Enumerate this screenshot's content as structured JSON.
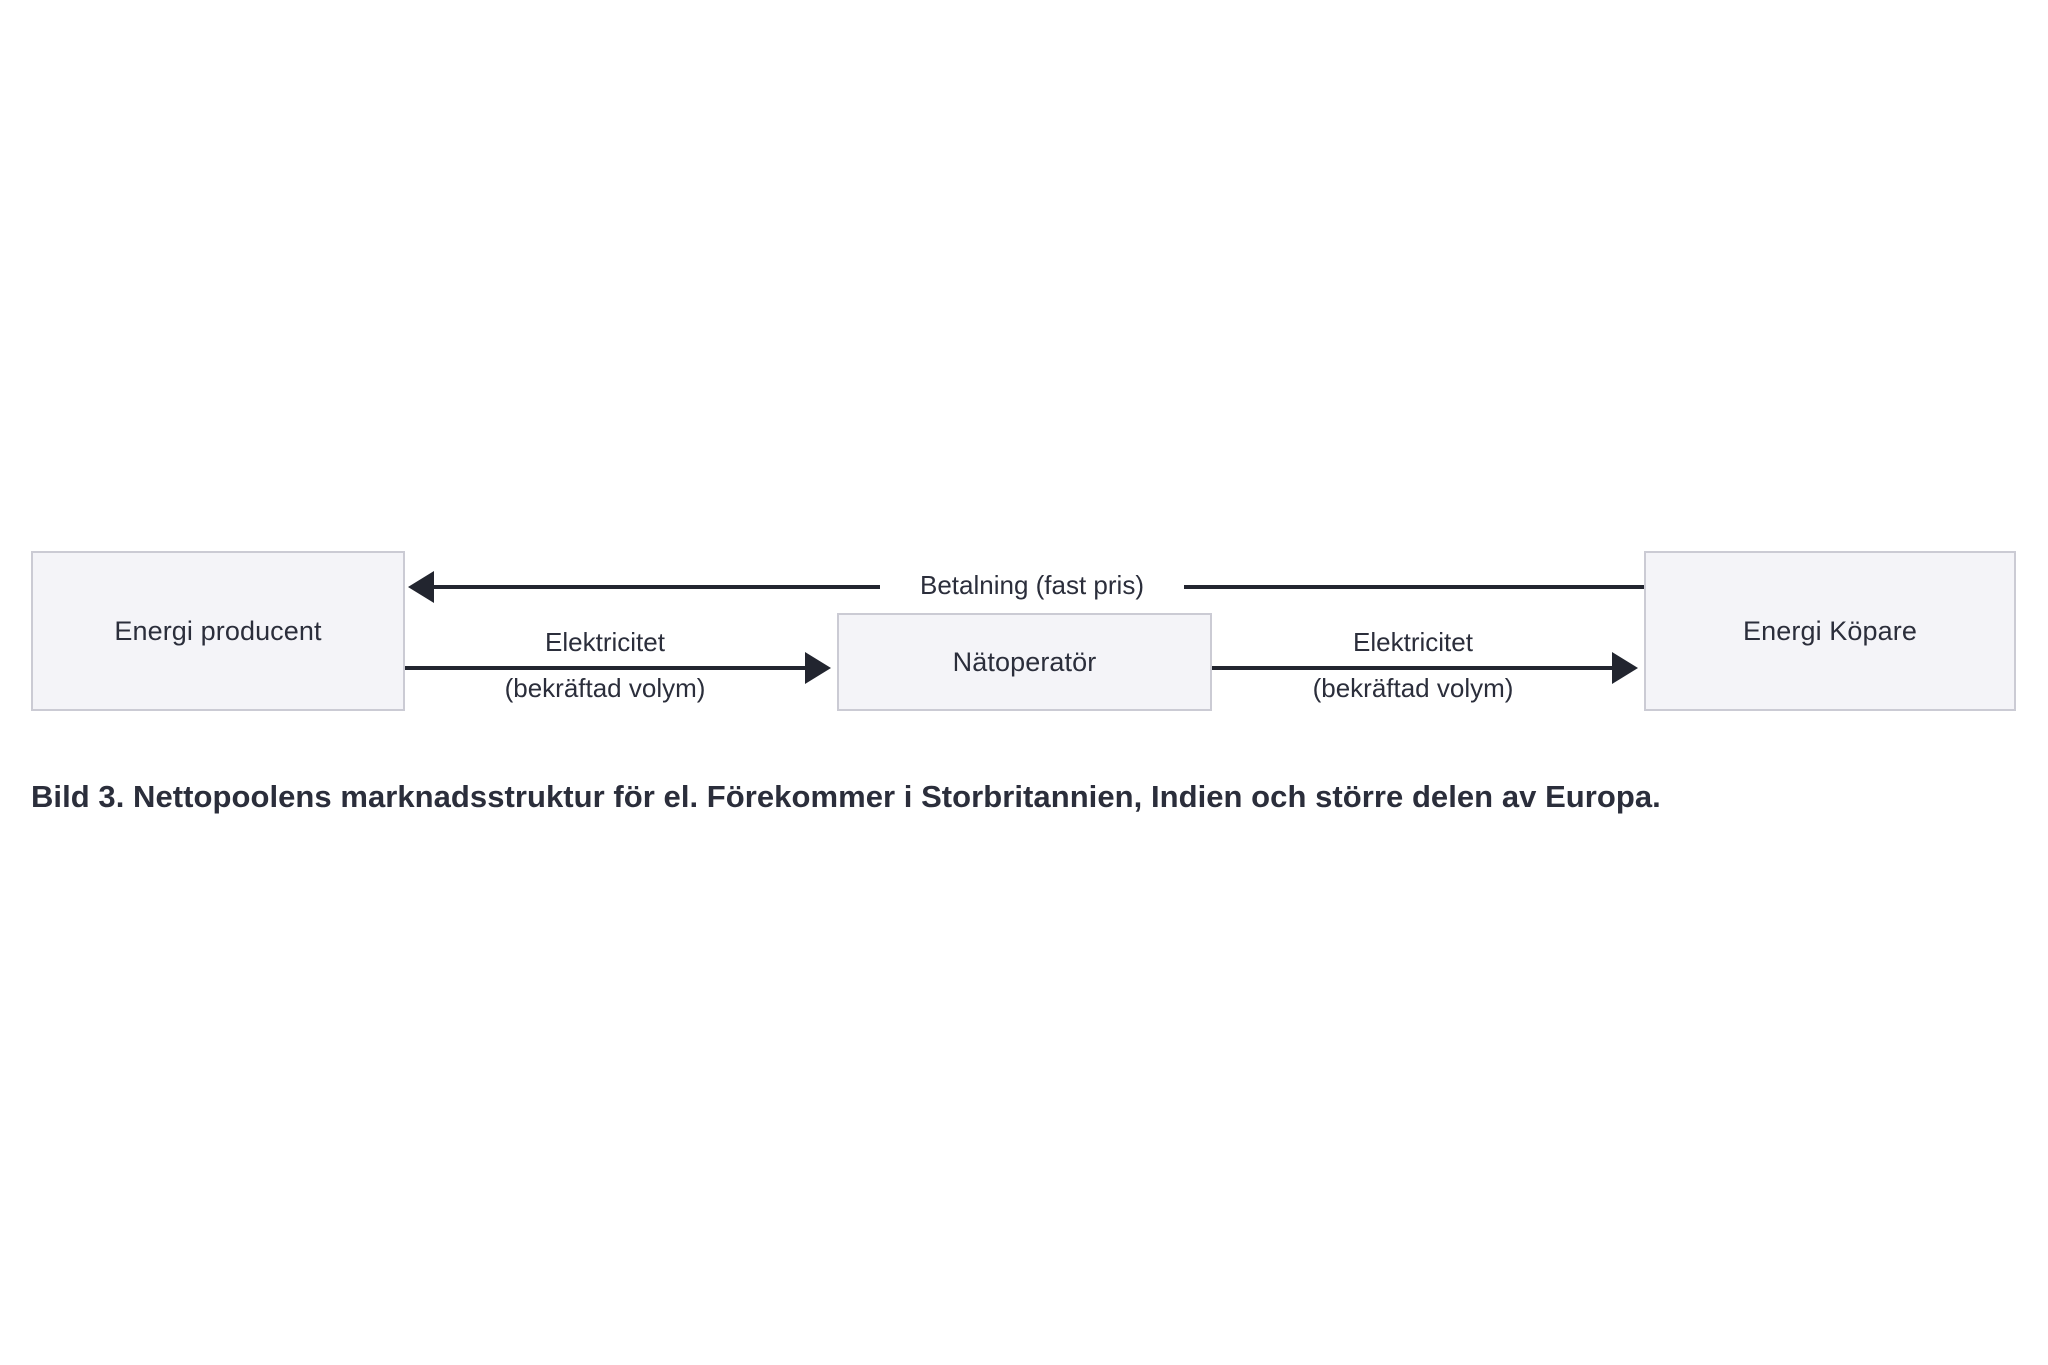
{
  "figure": {
    "caption": "Bild 3. Nettopoolens marknadsstruktur för el. Förekommer i Storbritannien, Indien och större delen av Europa.",
    "background_color": "#ffffff",
    "text_color": "#2b2e3b",
    "box_fill_color": "#f4f4f8",
    "box_border_color": "#cbcbd4",
    "line_color": "#22252f"
  },
  "nodes": [
    {
      "id": "producer",
      "label": "Energi producent"
    },
    {
      "id": "operator",
      "label": "Nätoperatör"
    },
    {
      "id": "buyer",
      "label": "Energi Köpare"
    }
  ],
  "edges": [
    {
      "id": "payment",
      "label": "Betalning (fast pris)",
      "from": "buyer",
      "to": "producer",
      "direction": "right-to-left"
    },
    {
      "id": "electricity-1",
      "label_top": "Elektricitet",
      "label_bottom": "(bekräftad volym)",
      "from": "producer",
      "to": "operator",
      "direction": "left-to-right"
    },
    {
      "id": "electricity-2",
      "label_top": "Elektricitet",
      "label_bottom": "(bekräftad volym)",
      "from": "operator",
      "to": "buyer",
      "direction": "left-to-right"
    }
  ]
}
